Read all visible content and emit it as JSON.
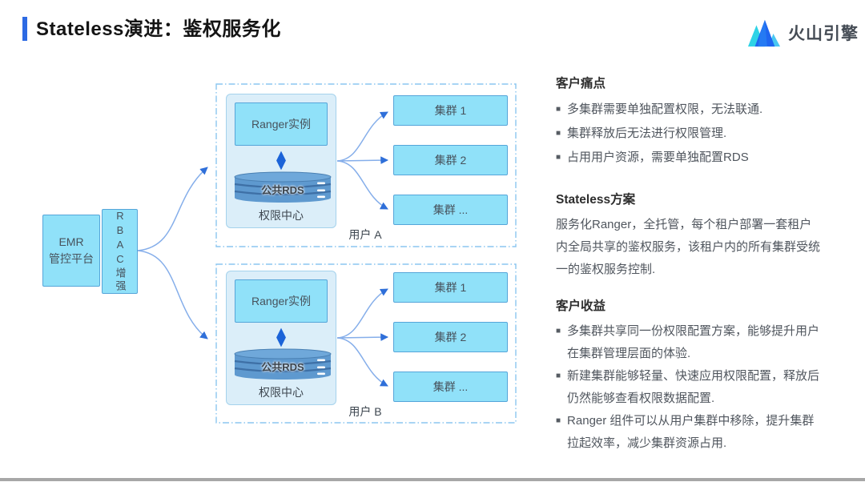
{
  "header": {
    "title": "Stateless演进：鉴权服务化",
    "brand": "火山引擎"
  },
  "diagram": {
    "emr_line1": "EMR",
    "emr_line2": "管控平台",
    "rbac_label": "RBAC增强",
    "groups": [
      {
        "user": "用户 A",
        "ranger": "Ranger实例",
        "rds": "公共RDS",
        "center": "权限中心",
        "clusters": [
          "集群 1",
          "集群 2",
          "集群 ..."
        ]
      },
      {
        "user": "用户 B",
        "ranger": "Ranger实例",
        "rds": "公共RDS",
        "center": "权限中心",
        "clusters": [
          "集群 1",
          "集群 2",
          "集群 ..."
        ]
      }
    ]
  },
  "panel": {
    "pain": {
      "heading": "客户痛点",
      "items": [
        "多集群需要单独配置权限，无法联通.",
        "集群释放后无法进行权限管理.",
        "占用用户资源，需要单独配置RDS"
      ]
    },
    "solution": {
      "heading": "Stateless方案",
      "text": "服务化Ranger，全托管，每个租户部署一套租户内全局共享的鉴权服务，该租户内的所有集群受统一的鉴权服务控制."
    },
    "benefit": {
      "heading": "客户收益",
      "items": [
        "多集群共享同一份权限配置方案，能够提升用户在集群管理层面的体验.",
        "新建集群能够轻量、快速应用权限配置，释放后仍然能够查看权限数据配置.",
        "Ranger 组件可以从用户集群中移除，提升集群拉起效率，减少集群资源占用."
      ]
    }
  },
  "colors": {
    "accent_bar": "#2D6AE3",
    "box_fill": "#90E1F9",
    "box_border": "#55A5D9",
    "container_fill": "#DBEEF9",
    "dashed_border": "#8CC6F0",
    "cylinder_fill": "#5E99CF",
    "cylinder_band": "#3E70A6",
    "connector_line": "#85AEEA",
    "arrowhead": "#2F6FD9",
    "double_arrow": "#1B63D8",
    "bottom_bar": "#A7A7A7"
  }
}
